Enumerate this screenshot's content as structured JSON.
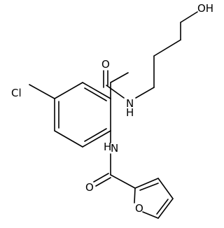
{
  "molecule": {
    "atoms": {
      "chlorine": "Cl",
      "hydroxyl": "OH",
      "amide_oxygen_top": "O",
      "amide_nitrogen_top": "N",
      "amide_hydrogen_top": "H",
      "amide_nitrogen_bottom": "N",
      "amide_hydrogen_bottom": "H",
      "amide_oxygen_bottom": "O",
      "furan_oxygen": "O"
    }
  },
  "colors": {
    "bond": "#000000",
    "text": "#000000",
    "background": "#ffffff"
  }
}
